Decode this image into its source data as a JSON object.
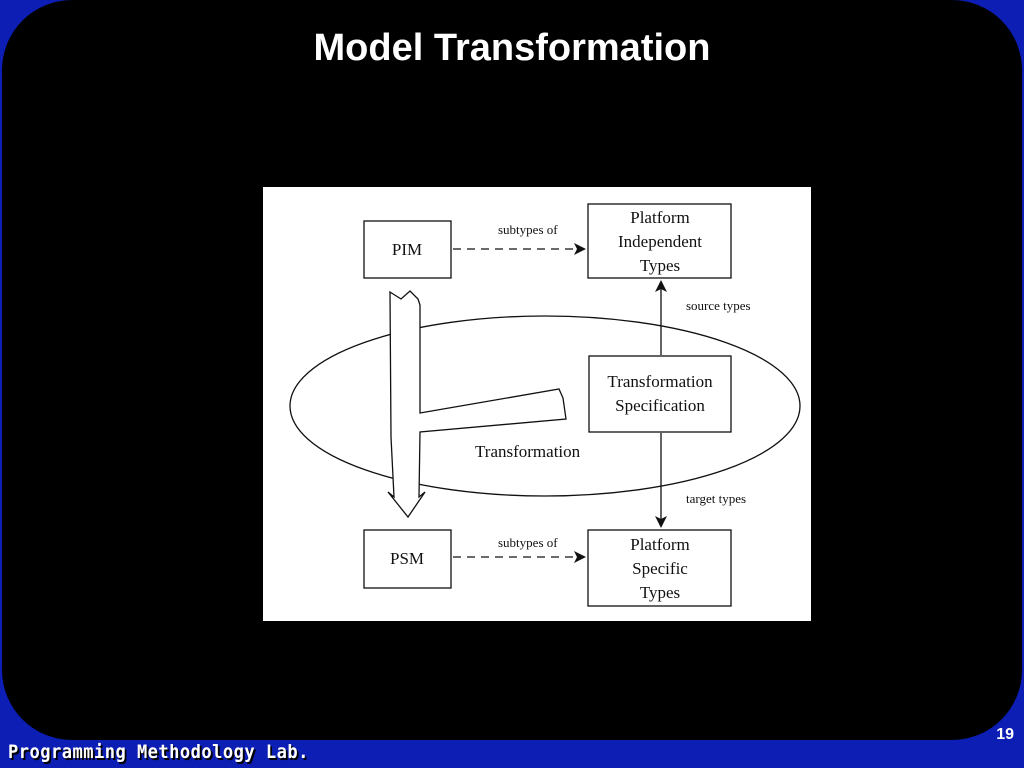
{
  "slide": {
    "title": "Model Transformation",
    "page_number": "19",
    "footer": "Programming Methodology Lab."
  },
  "diagram": {
    "nodes": {
      "pim": "PIM",
      "psm": "PSM",
      "platform_independent_types": [
        "Platform",
        "Independent",
        "Types"
      ],
      "transformation_specification": [
        "Transformation",
        "Specification"
      ],
      "platform_specific_types": [
        "Platform",
        "Specific",
        "Types"
      ]
    },
    "edges": {
      "subtypes_of_top": "subtypes of",
      "subtypes_of_bottom": "subtypes of",
      "source_types": "source types",
      "target_types": "target types",
      "transformation": "Transformation"
    }
  },
  "colors": {
    "background_frame": "#0c1eb4",
    "panel": "#000000",
    "text": "#ffffff",
    "figure_background": "#ffffff"
  }
}
